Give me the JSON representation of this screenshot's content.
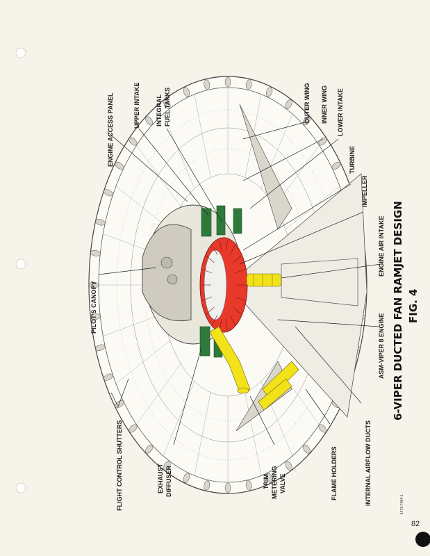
{
  "page": {
    "page_number": "82",
    "figure_code": "1478-7084-1"
  },
  "title": {
    "line1": "6-VIPER DUCTED FAN RAMJET DESIGN",
    "line2": "FIG. 4"
  },
  "callouts": {
    "flight_control_shutters": "FLIGHT CONTROL SHUTTERS",
    "pilots_canopy": "PILOT'S CANOPY",
    "engine_access_panel": "ENGINE ACCESS PANEL",
    "upper_intake": "UPPER INTAKE",
    "integral_fuel_tanks_1": "INTEGRAL",
    "integral_fuel_tanks_2": "FUEL TANKS",
    "outer_wing": "OUTER WING",
    "inner_wing": "INNER WING",
    "lower_intake": "LOWER INTAKE",
    "turbine": "TURBINE",
    "impeller": "IMPELLER",
    "engine_air_intake": "ENGINE AIR INTAKE",
    "asm_viper_engine": "ASM-VIPER 8 ENGINE",
    "internal_airflow_ducts": "INTERNAL AIRFLOW DUCTS",
    "flame_holders": "FLAME HOLDERS",
    "trim_metering_valve_1": "TRIM",
    "trim_metering_valve_2": "METERING",
    "trim_metering_valve_3": "VALVE",
    "exhaust_diffuser_1": "EXHAUST",
    "exhaust_diffuser_2": "DIFFUSER"
  },
  "colors": {
    "paper": "#f6f3ea",
    "impeller_red": "#e8392a",
    "engine_yellow": "#f2e21a",
    "fuel_tank_green": "#2e7a3a"
  }
}
